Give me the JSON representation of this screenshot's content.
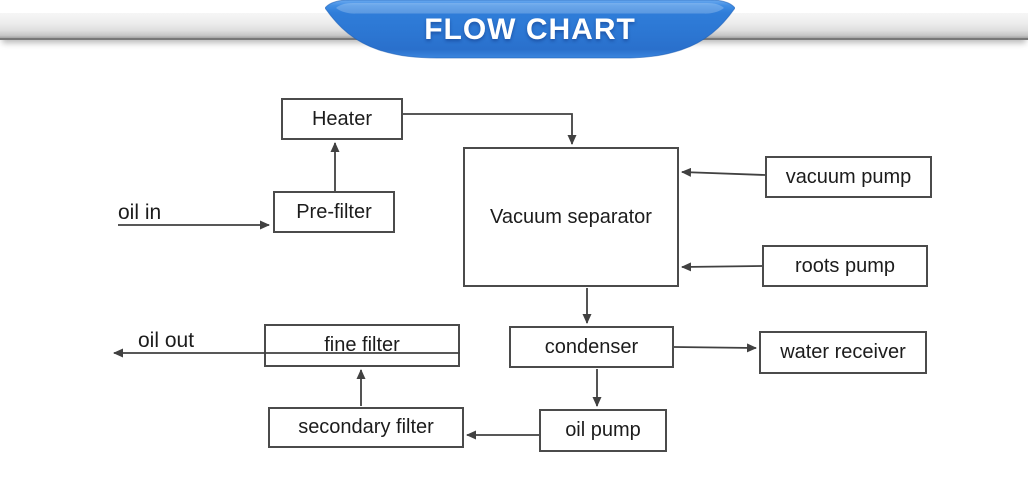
{
  "header": {
    "title": "FLOW CHART",
    "ribbon_color": "#2e7cd9",
    "ribbon_dark": "#1b5cb5",
    "bar_color": "#e6e6e6"
  },
  "diagram": {
    "line_color": "#414141",
    "box_border_color": "#4b4b4b",
    "nodes": [
      {
        "id": "heater",
        "label": "Heater"
      },
      {
        "id": "pre-filter",
        "label": "Pre-filter"
      },
      {
        "id": "vacuum-separator",
        "label": "Vacuum separator"
      },
      {
        "id": "vacuum-pump",
        "label": "vacuum pump"
      },
      {
        "id": "roots-pump",
        "label": "roots pump"
      },
      {
        "id": "condenser",
        "label": "condenser"
      },
      {
        "id": "water-receiver",
        "label": "water receiver"
      },
      {
        "id": "fine-filter",
        "label": "fine filter"
      },
      {
        "id": "secondary-filter",
        "label": "secondary filter"
      },
      {
        "id": "oil-pump",
        "label": "oil pump"
      }
    ],
    "labels": {
      "oil_in": "oil in",
      "oil_out": "oil out"
    },
    "edges": [
      {
        "from": "oil-in",
        "to": "pre-filter"
      },
      {
        "from": "pre-filter",
        "to": "heater"
      },
      {
        "from": "heater",
        "to": "vacuum-separator"
      },
      {
        "from": "vacuum-pump",
        "to": "vacuum-separator"
      },
      {
        "from": "roots-pump",
        "to": "vacuum-separator"
      },
      {
        "from": "vacuum-separator",
        "to": "condenser"
      },
      {
        "from": "condenser",
        "to": "water-receiver"
      },
      {
        "from": "condenser",
        "to": "oil-pump"
      },
      {
        "from": "oil-pump",
        "to": "secondary-filter"
      },
      {
        "from": "secondary-filter",
        "to": "fine-filter"
      },
      {
        "from": "fine-filter",
        "to": "oil-out"
      }
    ]
  }
}
